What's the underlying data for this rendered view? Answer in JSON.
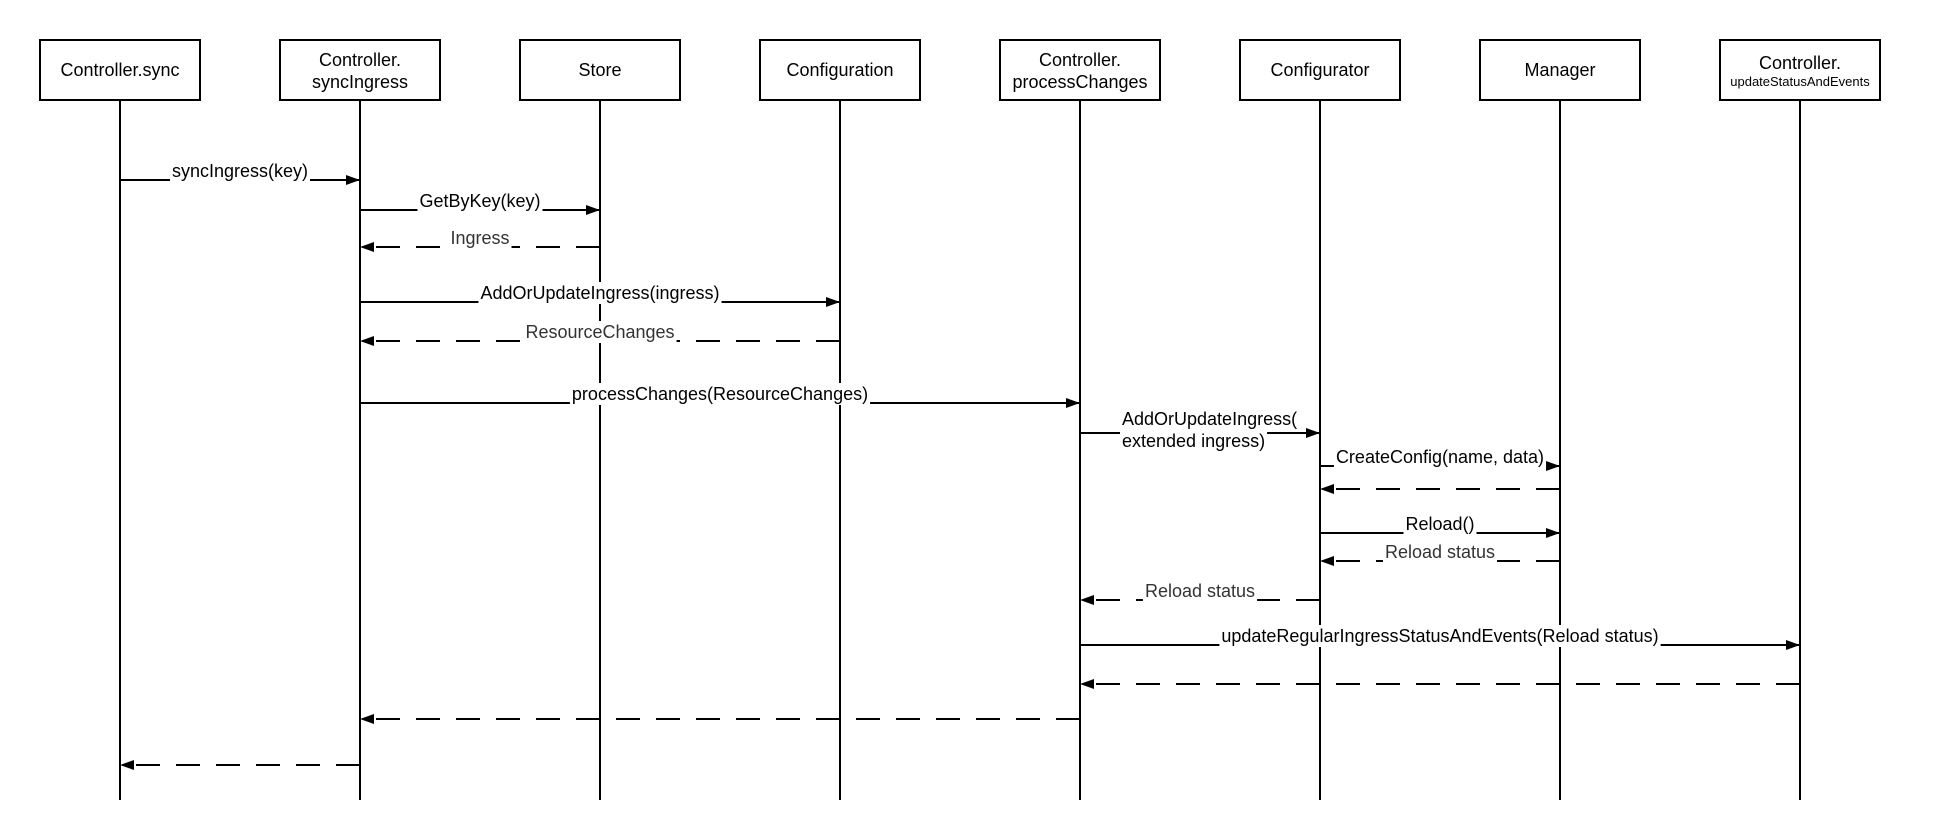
{
  "diagram": {
    "actors": [
      {
        "id": "sync",
        "lines": [
          "Controller.sync"
        ]
      },
      {
        "id": "syncIngress",
        "lines": [
          "Controller.",
          "syncIngress"
        ]
      },
      {
        "id": "store",
        "lines": [
          "Store"
        ]
      },
      {
        "id": "configuration",
        "lines": [
          "Configuration"
        ]
      },
      {
        "id": "processChanges",
        "lines": [
          "Controller.",
          "processChanges"
        ]
      },
      {
        "id": "configurator",
        "lines": [
          "Configurator"
        ]
      },
      {
        "id": "manager",
        "lines": [
          "Manager"
        ]
      },
      {
        "id": "updateStatus",
        "lines": [
          "Controller.",
          "updateStatusAndEvents"
        ]
      }
    ],
    "messages": [
      {
        "from": "sync",
        "to": "syncIngress",
        "label": [
          "syncIngress(key)"
        ],
        "dashed": false
      },
      {
        "from": "syncIngress",
        "to": "store",
        "label": [
          "GetByKey(key)"
        ],
        "dashed": false
      },
      {
        "from": "store",
        "to": "syncIngress",
        "label": [
          "Ingress"
        ],
        "dashed": true
      },
      {
        "from": "syncIngress",
        "to": "configuration",
        "label": [
          "AddOrUpdateIngress(ingress)"
        ],
        "dashed": false
      },
      {
        "from": "configuration",
        "to": "syncIngress",
        "label": [
          "ResourceChanges"
        ],
        "dashed": true
      },
      {
        "from": "syncIngress",
        "to": "processChanges",
        "label": [
          "processChanges(ResourceChanges)"
        ],
        "dashed": false
      },
      {
        "from": "processChanges",
        "to": "configurator",
        "label": [
          "AddOrUpdateIngress(",
          "extended ingress)"
        ],
        "dashed": false
      },
      {
        "from": "configurator",
        "to": "manager",
        "label": [
          "CreateConfig(name, data)"
        ],
        "dashed": false
      },
      {
        "from": "manager",
        "to": "configurator",
        "label": [],
        "dashed": true
      },
      {
        "from": "configurator",
        "to": "manager",
        "label": [
          "Reload()"
        ],
        "dashed": false
      },
      {
        "from": "manager",
        "to": "configurator",
        "label": [
          "Reload status"
        ],
        "dashed": true
      },
      {
        "from": "configurator",
        "to": "processChanges",
        "label": [
          "Reload status"
        ],
        "dashed": true
      },
      {
        "from": "processChanges",
        "to": "updateStatus",
        "label": [
          "updateRegularIngressStatusAndEvents(Reload status)"
        ],
        "dashed": false
      },
      {
        "from": "updateStatus",
        "to": "processChanges",
        "label": [],
        "dashed": true
      },
      {
        "from": "processChanges",
        "to": "syncIngress",
        "label": [],
        "dashed": true
      },
      {
        "from": "syncIngress",
        "to": "sync",
        "label": [],
        "dashed": true
      }
    ]
  }
}
